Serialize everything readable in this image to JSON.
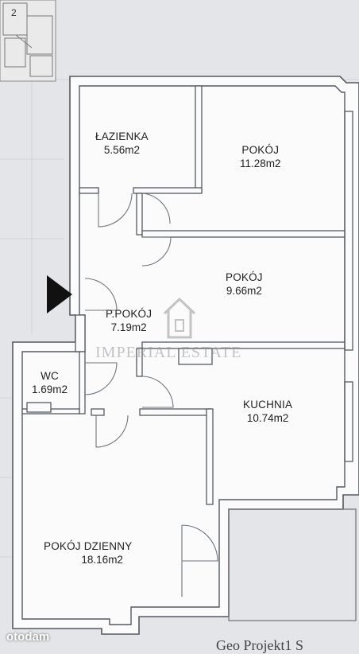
{
  "sheet_number": "2",
  "rooms": [
    {
      "name": "ŁAZIENKA",
      "area": "5.56m2"
    },
    {
      "name": "POKÓJ",
      "area": "11.28m2"
    },
    {
      "name": "POKÓJ",
      "area": "9.66m2"
    },
    {
      "name": "P.POKÓJ",
      "area": "7.19m2"
    },
    {
      "name": "WC",
      "area": "1.69m2"
    },
    {
      "name": "KUCHNIA",
      "area": "10.74m2"
    },
    {
      "name": "POKÓJ DZIENNY",
      "area": "18.16m2"
    }
  ],
  "watermark": "IMPERIAL ESTATE",
  "footer_text": "Geo  Projekt1 S",
  "site_logo": "otodam",
  "entrance_marker_icon": "entrance-arrow-icon"
}
